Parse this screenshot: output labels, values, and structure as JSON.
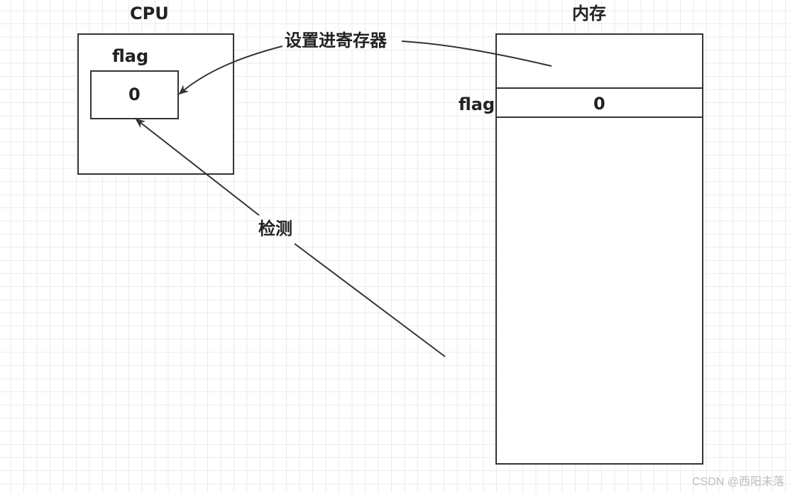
{
  "cpu": {
    "title": "CPU",
    "register_label": "flag",
    "register_value": "0"
  },
  "memory": {
    "title": "内存",
    "flag_label": "flag",
    "flag_value": "0"
  },
  "arrows": {
    "load_label": "设置进寄存器",
    "detect_label": "检测"
  },
  "watermark": "CSDN @西阳未落"
}
